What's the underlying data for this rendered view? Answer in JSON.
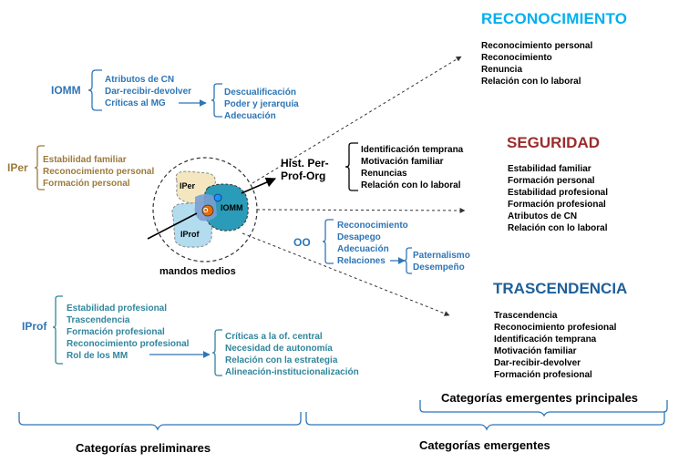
{
  "titles": {
    "reconocimiento": "RECONOCIMIENTO",
    "seguridad": "SEGURIDAD",
    "trascendencia": "TRASCENDENCIA"
  },
  "title_colors": {
    "reconocimiento": "#00b0f0",
    "seguridad": "#9b2c2c",
    "trascendencia": "#1f5f99"
  },
  "reconocimiento_items": [
    "Reconocimiento personal",
    "Reconocimiento",
    "Renuncia",
    "Relación con lo laboral"
  ],
  "seguridad_items": [
    "Estabilidad familiar",
    "Formación personal",
    "Estabilidad profesional",
    "Formación profesional",
    "Atributos de CN",
    "Relación con lo laboral"
  ],
  "trascendencia_items": [
    "Trascendencia",
    "Reconocimiento profesional",
    "Identificación  temprana",
    "Motivación familiar",
    "Dar-recibir-devolver",
    "Formación profesional"
  ],
  "iomm": {
    "label": "IOMM",
    "items": [
      "Atributos de CN",
      "Dar-recibir-devolver",
      "Críticas al MG"
    ],
    "sub_items": [
      "Descualificación",
      "Poder y jerarquía",
      "Adecuación"
    ]
  },
  "iper": {
    "label": "IPer",
    "items": [
      "Estabilidad familiar",
      "Reconocimiento personal",
      "Formación personal"
    ]
  },
  "iprof": {
    "label": "IProf",
    "items": [
      "Estabilidad profesional",
      "Trascendencia",
      "Formación profesional",
      "Reconocimiento profesional",
      "Rol de los MM"
    ],
    "sub_items": [
      "Críticas a la of. central",
      "Necesidad de autonomía",
      "Relación con la estrategia",
      "Alineación-institucionalización"
    ]
  },
  "hist": {
    "label_line1": "Hist. Per-",
    "label_line2": "Prof-Org",
    "items": [
      "Identificación temprana",
      "Motivación familiar",
      "Renuncias",
      "Relación con lo laboral"
    ]
  },
  "oo": {
    "label": "OO",
    "items": [
      "Reconocimiento",
      "Desapego",
      "Adecuación",
      "Relaciones"
    ],
    "sub_items": [
      "Paternalismo",
      "Desempeño"
    ]
  },
  "center": {
    "iper": "IPer",
    "iomm": "IOMM",
    "iprof": "IProf",
    "o_label": "O",
    "caption": "mandos medios"
  },
  "center_colors": {
    "iper_fill": "#f4e7bf",
    "iomm_fill": "#2a9bb8",
    "iprof_fill": "#b3dcef",
    "overlap_fill": "#7a9fd1",
    "core_fill": "#e46c0a"
  },
  "footer": {
    "preliminares": "Categorías preliminares",
    "emergentes": "Categorías emergentes",
    "emergentes_principales": "Categorías emergentes principales"
  }
}
